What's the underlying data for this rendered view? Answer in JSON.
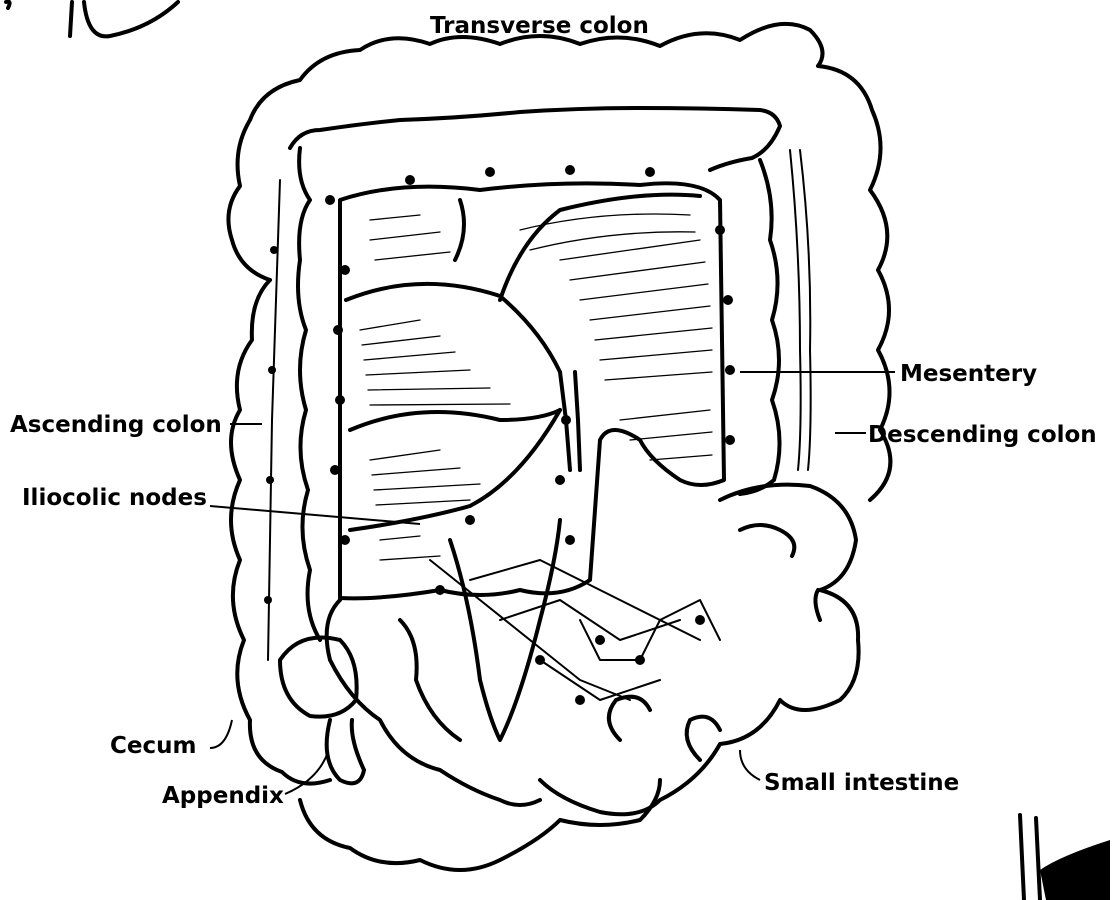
{
  "labels": {
    "transverse_colon": "Transverse colon",
    "mesentery": "Mesentery",
    "ascending_colon": "Ascending colon",
    "descending_colon": "Descending colon",
    "iliocolic_nodes": "Iliocolic nodes",
    "cecum": "Cecum",
    "appendix": "Appendix",
    "small_intestine": "Small intestine"
  }
}
